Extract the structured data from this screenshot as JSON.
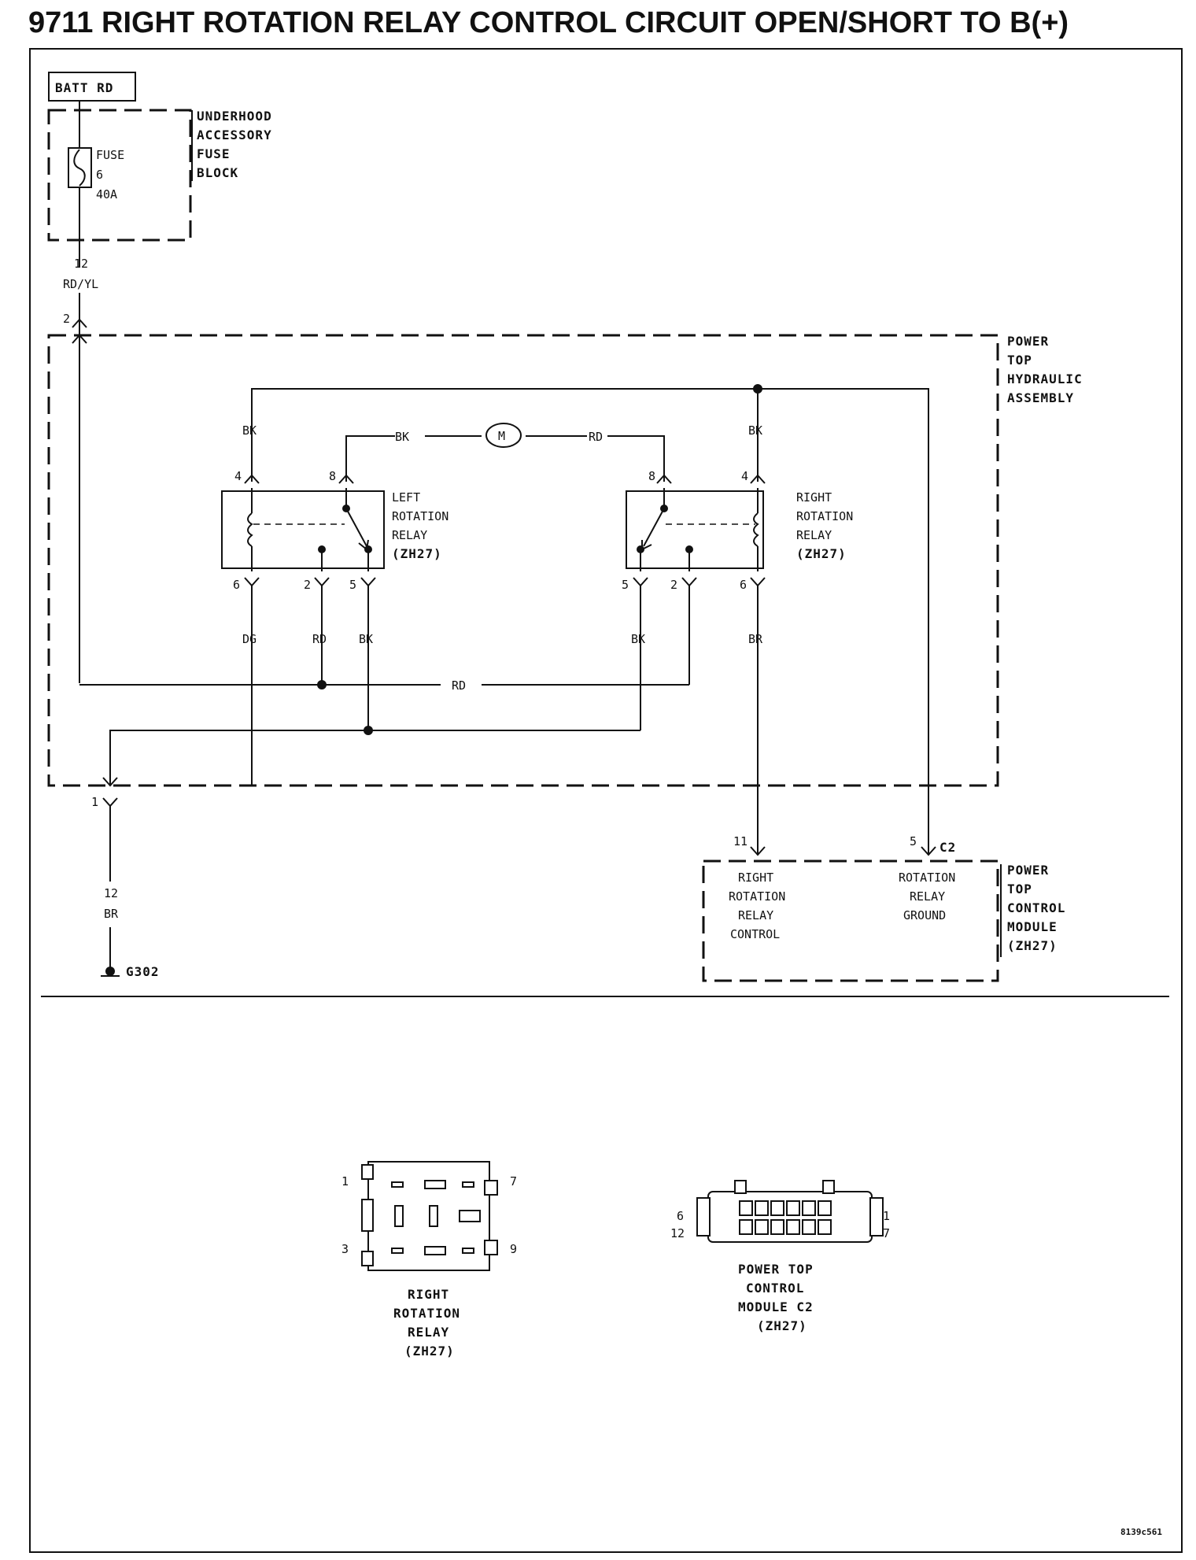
{
  "title": "9711 RIGHT ROTATION RELAY CONTROL CIRCUIT OPEN/SHORT TO B(+)",
  "batt": "BATT RD",
  "fuse_block": {
    "lines": [
      "UNDERHOOD",
      "ACCESSORY",
      "FUSE",
      "BLOCK"
    ],
    "fuse_lines": [
      "FUSE",
      "6",
      "40A"
    ]
  },
  "wire_top": {
    "gauge": "12",
    "color": "RD/YL",
    "pin": "2"
  },
  "hydraulic_assembly": {
    "lines": [
      "POWER",
      "TOP",
      "HYDRAULIC",
      "ASSEMBLY"
    ]
  },
  "motor": "M",
  "wire_colors": {
    "left_top": "BK",
    "right_top": "BK",
    "motor_left": "BK",
    "motor_right": "RD",
    "dg": "DG",
    "rd_left": "RD",
    "bk_left": "BK",
    "bk_right": "BK",
    "br_right": "BR",
    "rd_bus": "RD"
  },
  "left_relay": {
    "lines": [
      "LEFT",
      "ROTATION",
      "RELAY"
    ],
    "code": "(ZH27)",
    "pins_top": [
      "4",
      "8"
    ],
    "pins_bottom": [
      "6",
      "2",
      "5"
    ]
  },
  "right_relay": {
    "lines": [
      "RIGHT",
      "ROTATION",
      "RELAY"
    ],
    "code": "(ZH27)",
    "pins_top": [
      "8",
      "4"
    ],
    "pins_bottom": [
      "5",
      "2",
      "6"
    ]
  },
  "ground_wire": {
    "pin": "1",
    "gauge": "12",
    "color": "BR",
    "ground": "G302"
  },
  "module": {
    "pin_11": "11",
    "pin_5": "5",
    "connector": "C2",
    "left_lines": [
      "RIGHT",
      "ROTATION",
      "RELAY",
      "CONTROL"
    ],
    "right_lines": [
      "ROTATION",
      "RELAY",
      "GROUND"
    ],
    "name_lines": [
      "POWER",
      "TOP",
      "CONTROL",
      "MODULE",
      "(ZH27)"
    ]
  },
  "relay_connector": {
    "pins": [
      "1",
      "7",
      "3",
      "9"
    ],
    "caption": [
      "RIGHT",
      "ROTATION",
      "RELAY",
      "(ZH27)"
    ]
  },
  "module_connector": {
    "pins": [
      "6",
      "12",
      "1",
      "7"
    ],
    "caption": [
      "POWER TOP",
      "CONTROL",
      "MODULE C2",
      "(ZH27)"
    ]
  },
  "figure_id": "8139c561"
}
